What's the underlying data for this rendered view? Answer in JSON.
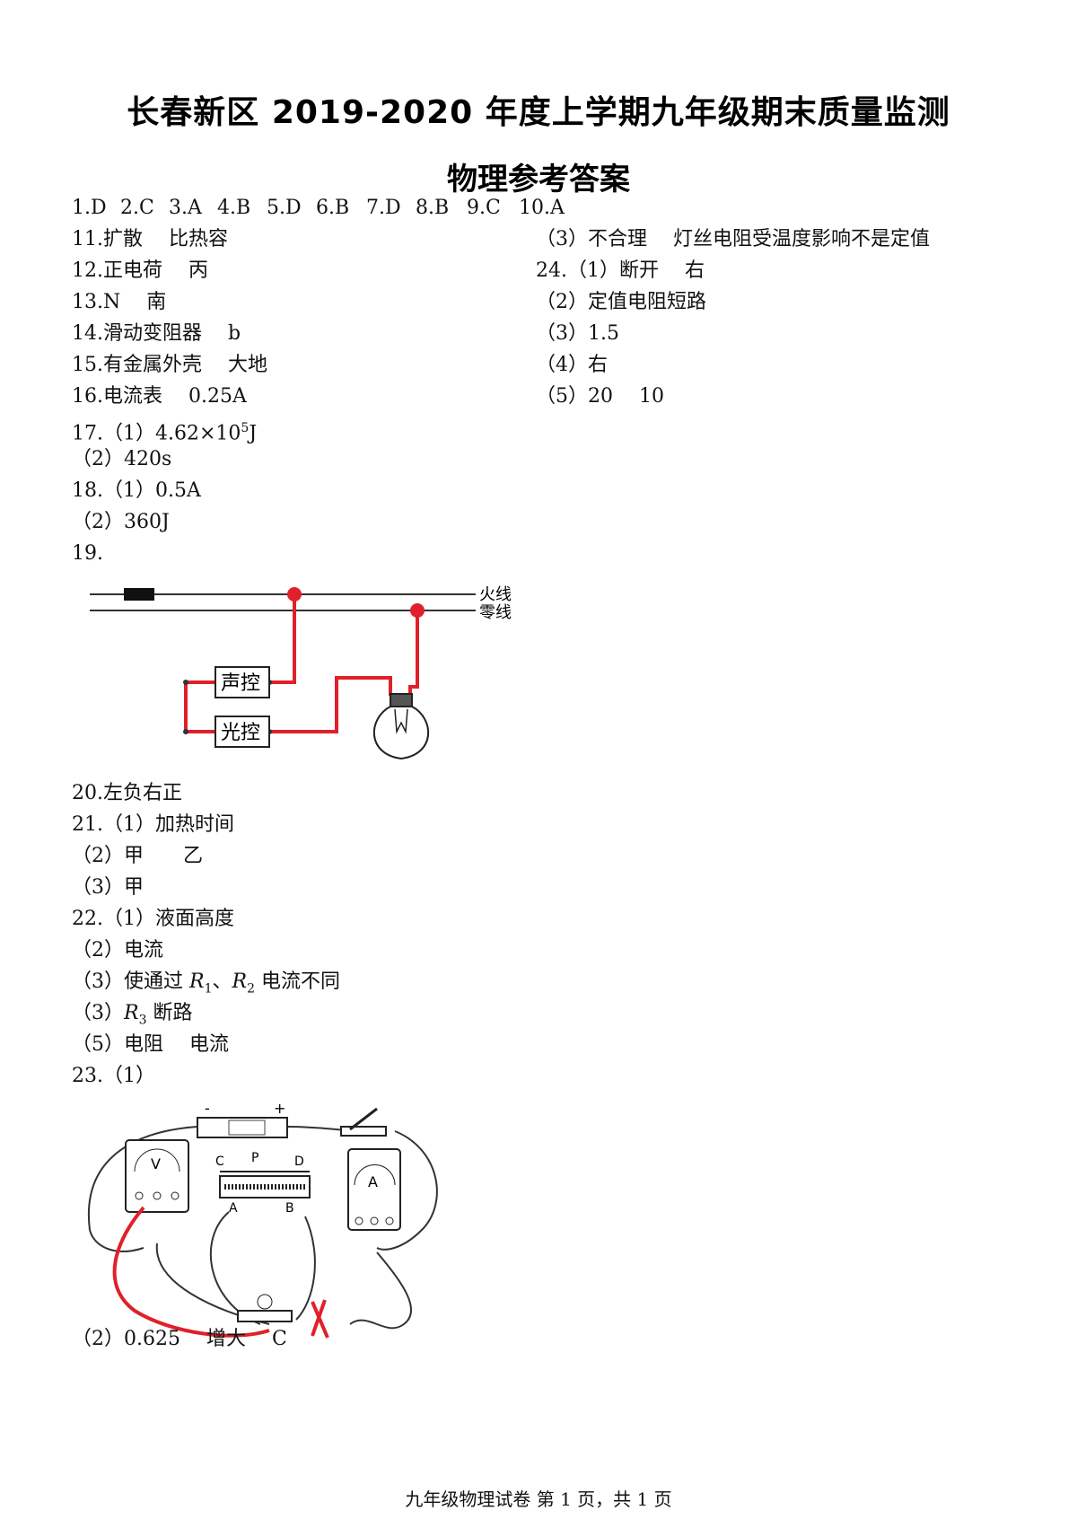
{
  "title": "长春新区 2019-2020 年度上学期九年级期末质量监测",
  "subtitle": "物理参考答案",
  "mc_answers": [
    "1.D",
    "2.C",
    "3.A",
    "4.B",
    "5.D",
    "6.B",
    "7.D",
    "8.B",
    "9.C",
    "10.A"
  ],
  "left": {
    "q11": "11.扩散　 比热容",
    "q12": "12.正电荷　 丙",
    "q13": "13.N　 南",
    "q14": "14.滑动变阻器　 b",
    "q15": "15.有金属外壳　 大地",
    "q16": "16.电流表　 0.25A",
    "q17_1_prefix": "17.（1）4.62×10",
    "q17_1_exp": "5",
    "q17_1_unit": "J",
    "q17_2": "（2）420s",
    "q18_1": "18.（1）0.5A",
    "q18_2": "（2）360J",
    "q19": "19.",
    "q20": "20.左负右正",
    "q21_1": "21.（1）加热时间",
    "q21_2": "（2）甲　　乙",
    "q21_3": "（3）甲",
    "q22_1": "22.（1）液面高度",
    "q22_2": "（2）电流",
    "q22_3_a": "（3）使通过 ",
    "q22_3_r": "R",
    "q22_3_s1": "1",
    "q22_3_b": "、",
    "q22_3_s2": "2",
    "q22_3_c": " 电流不同",
    "q22_4_a": "（3）",
    "q22_4_s": "3",
    "q22_4_b": " 断路",
    "q22_5": "（5）电阻　 电流",
    "q23_1": "23.（1）",
    "q23_2": "（2）0.625　 增大　 C"
  },
  "right": {
    "q23_3": "（3）不合理　 灯丝电阻受温度影响不是定值",
    "q24_1": "24.（1）断开　 右",
    "q24_2": "（2）定值电阻短路",
    "q24_3": "（3）1.5",
    "q24_4": "（4）右",
    "q24_5": "（5）20　 10"
  },
  "fig19": {
    "live_wire": "火线",
    "neutral_wire": "零线",
    "sound_switch": "声控",
    "light_switch": "光控"
  },
  "fig23": {
    "voltmeter": "V",
    "ammeter": "A",
    "terminal_c": "C",
    "terminal_p": "P",
    "terminal_d": "D",
    "terminal_a": "A",
    "terminal_b": "B",
    "minus": "-",
    "plus": "+"
  },
  "footer": "九年级物理试卷 第 1 页，共 1 页",
  "colors": {
    "wire_red": "#e0202a",
    "text": "#111111"
  }
}
